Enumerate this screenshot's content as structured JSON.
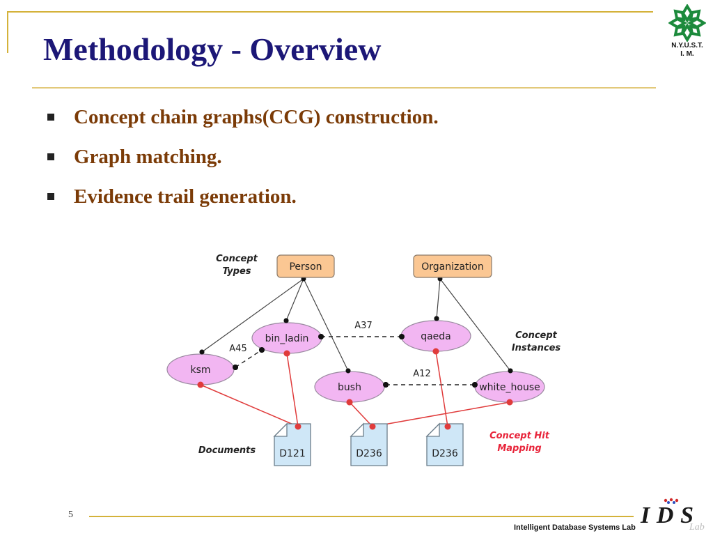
{
  "slide": {
    "title": "Methodology - Overview",
    "bullets": [
      "Concept chain graphs(CCG) construction.",
      "Graph matching.",
      "Evidence trail generation."
    ],
    "page_number": "5",
    "footer_lab": "Intelligent Database Systems Lab"
  },
  "logo": {
    "line1": "N.Y.U.S.T.",
    "line2": "I. M.",
    "ids_text": "IDS",
    "ids_script": "Lab"
  },
  "diagram": {
    "labels": {
      "concept_types": [
        "Concept",
        "Types"
      ],
      "concept_instances": [
        "Concept",
        "Instances"
      ],
      "documents": "Documents",
      "concept_hit_mapping": [
        "Concept Hit",
        "Mapping"
      ]
    },
    "type_nodes": [
      {
        "id": "person",
        "label": "Person"
      },
      {
        "id": "organization",
        "label": "Organization"
      }
    ],
    "instance_nodes": [
      {
        "id": "ksm",
        "label": "ksm"
      },
      {
        "id": "bin_ladin",
        "label": "bin_ladin"
      },
      {
        "id": "qaeda",
        "label": "qaeda"
      },
      {
        "id": "bush",
        "label": "bush"
      },
      {
        "id": "white_house",
        "label": "white_house"
      }
    ],
    "documents": [
      {
        "id": "doc1",
        "label": "D121"
      },
      {
        "id": "doc2",
        "label": "D236"
      },
      {
        "id": "doc3",
        "label": "D236"
      }
    ],
    "associations": [
      {
        "id": "a45",
        "label": "A45",
        "from": "ksm",
        "to": "bin_ladin"
      },
      {
        "id": "a37",
        "label": "A37",
        "from": "bin_ladin",
        "to": "qaeda"
      },
      {
        "id": "a12",
        "label": "A12",
        "from": "bush",
        "to": "white_house"
      }
    ],
    "type_links": [
      {
        "type": "person",
        "instance": "ksm"
      },
      {
        "type": "person",
        "instance": "bin_ladin"
      },
      {
        "type": "person",
        "instance": "bush"
      },
      {
        "type": "organization",
        "instance": "qaeda"
      },
      {
        "type": "organization",
        "instance": "white_house"
      }
    ],
    "hit_links": [
      {
        "instance": "ksm",
        "document": "doc1"
      },
      {
        "instance": "bin_ladin",
        "document": "doc1"
      },
      {
        "instance": "bush",
        "document": "doc2"
      },
      {
        "instance": "white_house",
        "document": "doc2"
      },
      {
        "instance": "qaeda",
        "document": "doc3"
      }
    ],
    "colors": {
      "type_fill": "#fbc793",
      "type_stroke": "#8a7a6a",
      "instance_fill": "#f2b6f2",
      "instance_stroke": "#9a8aa0",
      "doc_fill": "#cfe7f7",
      "doc_stroke": "#6b7d8a",
      "hit_link": "#e03b3b",
      "hit_label": "#e8243a",
      "edge": "#444444"
    }
  }
}
